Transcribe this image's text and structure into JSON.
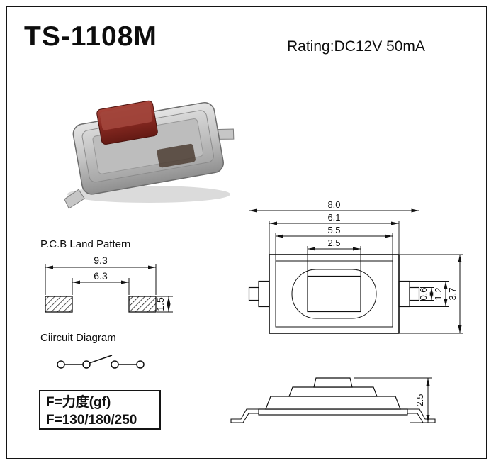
{
  "header": {
    "title": "TS-1108M",
    "rating": "Rating:DC12V 50mA"
  },
  "photo": {
    "description": "SMD tact switch with red button",
    "button_color": "#8a2a22",
    "body_color": "#c2c2c2"
  },
  "land_pattern": {
    "label": "P.C.B Land Pattern",
    "dim_outer": "9.3",
    "dim_inner": "6.3",
    "dim_pad_height": "1.5"
  },
  "circuit": {
    "label": "Ciircuit Diagram"
  },
  "force": {
    "line1": "F=力度(gf)",
    "line2": "F=130/180/250"
  },
  "top_view": {
    "dim_overall_width": "8.0",
    "dim_body_width": "6.1",
    "dim_cover_width": "5.5",
    "dim_button_width": "2.5",
    "dim_terminal_tip": "0.6",
    "dim_terminal_base": "1.2",
    "dim_body_height": "3.7"
  },
  "side_view": {
    "dim_height": "2.5"
  }
}
